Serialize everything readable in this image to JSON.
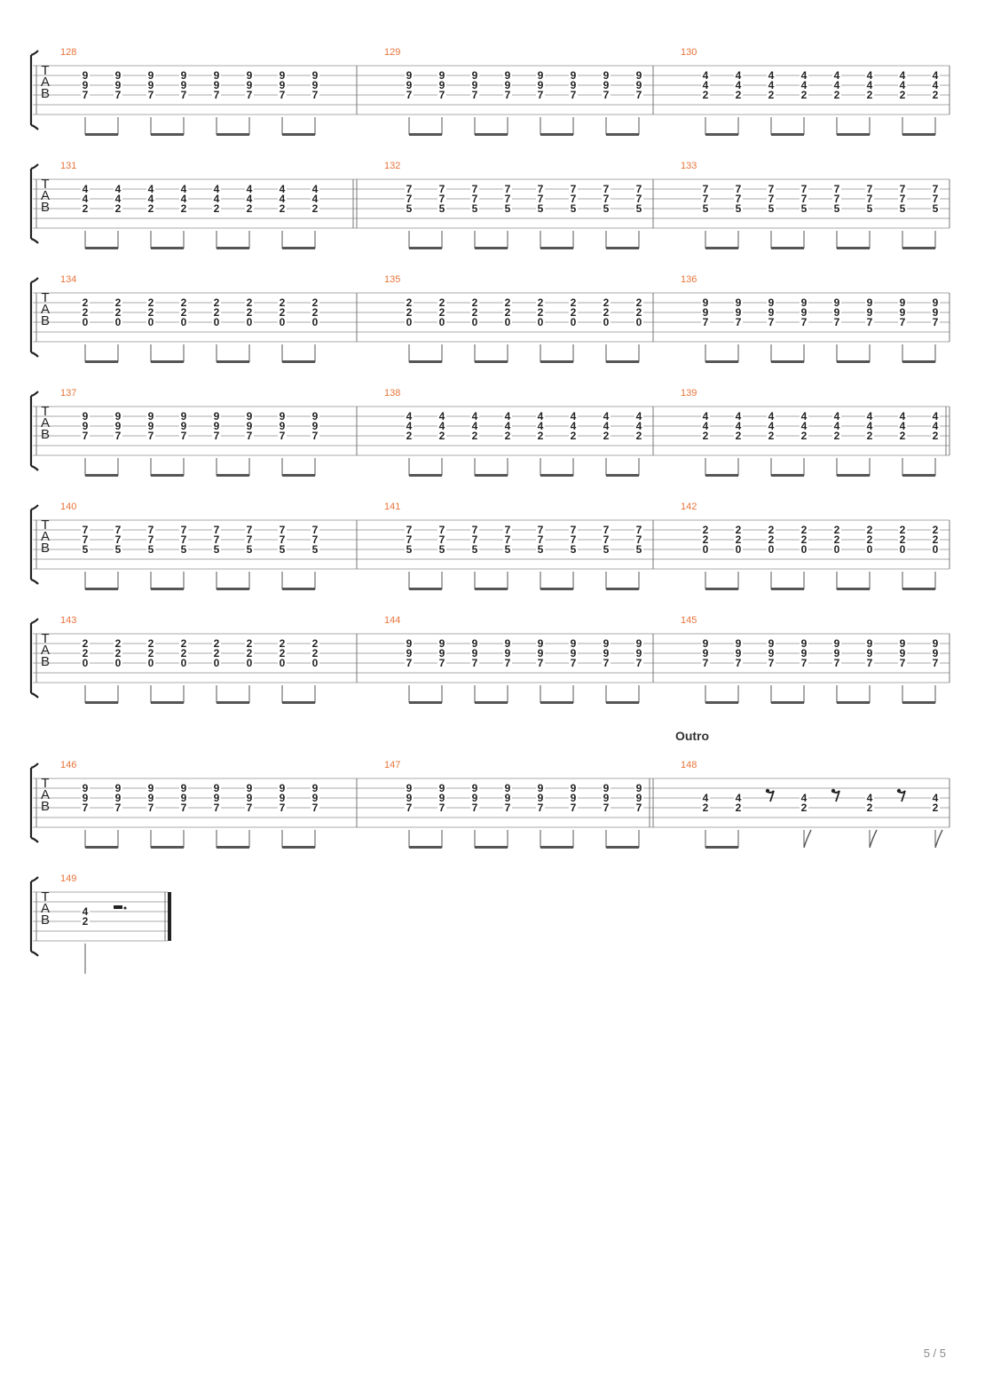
{
  "document": {
    "page_number": "5 / 5",
    "tab_clef": [
      "T",
      "A",
      "B"
    ],
    "section_label": "Outro",
    "colors": {
      "measure_number": "#e8743b",
      "ink": "#222222",
      "staff_line": "#a8a8a8"
    }
  },
  "measures": [
    {
      "number": "128",
      "chords": [
        [
          "9",
          "9",
          "7"
        ],
        [
          "9",
          "9",
          "7"
        ],
        [
          "9",
          "9",
          "7"
        ],
        [
          "9",
          "9",
          "7"
        ],
        [
          "9",
          "9",
          "7"
        ],
        [
          "9",
          "9",
          "7"
        ],
        [
          "9",
          "9",
          "7"
        ],
        [
          "9",
          "9",
          "7"
        ]
      ]
    },
    {
      "number": "129",
      "chords": [
        [
          "9",
          "9",
          "7"
        ],
        [
          "9",
          "9",
          "7"
        ],
        [
          "9",
          "9",
          "7"
        ],
        [
          "9",
          "9",
          "7"
        ],
        [
          "9",
          "9",
          "7"
        ],
        [
          "9",
          "9",
          "7"
        ],
        [
          "9",
          "9",
          "7"
        ],
        [
          "9",
          "9",
          "7"
        ]
      ]
    },
    {
      "number": "130",
      "chords": [
        [
          "4",
          "4",
          "2"
        ],
        [
          "4",
          "4",
          "2"
        ],
        [
          "4",
          "4",
          "2"
        ],
        [
          "4",
          "4",
          "2"
        ],
        [
          "4",
          "4",
          "2"
        ],
        [
          "4",
          "4",
          "2"
        ],
        [
          "4",
          "4",
          "2"
        ],
        [
          "4",
          "4",
          "2"
        ]
      ]
    },
    {
      "number": "131",
      "chords": [
        [
          "4",
          "4",
          "2"
        ],
        [
          "4",
          "4",
          "2"
        ],
        [
          "4",
          "4",
          "2"
        ],
        [
          "4",
          "4",
          "2"
        ],
        [
          "4",
          "4",
          "2"
        ],
        [
          "4",
          "4",
          "2"
        ],
        [
          "4",
          "4",
          "2"
        ],
        [
          "4",
          "4",
          "2"
        ]
      ]
    },
    {
      "number": "132",
      "chords": [
        [
          "7",
          "7",
          "5"
        ],
        [
          "7",
          "7",
          "5"
        ],
        [
          "7",
          "7",
          "5"
        ],
        [
          "7",
          "7",
          "5"
        ],
        [
          "7",
          "7",
          "5"
        ],
        [
          "7",
          "7",
          "5"
        ],
        [
          "7",
          "7",
          "5"
        ],
        [
          "7",
          "7",
          "5"
        ]
      ]
    },
    {
      "number": "133",
      "chords": [
        [
          "7",
          "7",
          "5"
        ],
        [
          "7",
          "7",
          "5"
        ],
        [
          "7",
          "7",
          "5"
        ],
        [
          "7",
          "7",
          "5"
        ],
        [
          "7",
          "7",
          "5"
        ],
        [
          "7",
          "7",
          "5"
        ],
        [
          "7",
          "7",
          "5"
        ],
        [
          "7",
          "7",
          "5"
        ]
      ]
    },
    {
      "number": "134",
      "chords": [
        [
          "2",
          "2",
          "0"
        ],
        [
          "2",
          "2",
          "0"
        ],
        [
          "2",
          "2",
          "0"
        ],
        [
          "2",
          "2",
          "0"
        ],
        [
          "2",
          "2",
          "0"
        ],
        [
          "2",
          "2",
          "0"
        ],
        [
          "2",
          "2",
          "0"
        ],
        [
          "2",
          "2",
          "0"
        ]
      ]
    },
    {
      "number": "135",
      "chords": [
        [
          "2",
          "2",
          "0"
        ],
        [
          "2",
          "2",
          "0"
        ],
        [
          "2",
          "2",
          "0"
        ],
        [
          "2",
          "2",
          "0"
        ],
        [
          "2",
          "2",
          "0"
        ],
        [
          "2",
          "2",
          "0"
        ],
        [
          "2",
          "2",
          "0"
        ],
        [
          "2",
          "2",
          "0"
        ]
      ]
    },
    {
      "number": "136",
      "chords": [
        [
          "9",
          "9",
          "7"
        ],
        [
          "9",
          "9",
          "7"
        ],
        [
          "9",
          "9",
          "7"
        ],
        [
          "9",
          "9",
          "7"
        ],
        [
          "9",
          "9",
          "7"
        ],
        [
          "9",
          "9",
          "7"
        ],
        [
          "9",
          "9",
          "7"
        ],
        [
          "9",
          "9",
          "7"
        ]
      ]
    },
    {
      "number": "137",
      "chords": [
        [
          "9",
          "9",
          "7"
        ],
        [
          "9",
          "9",
          "7"
        ],
        [
          "9",
          "9",
          "7"
        ],
        [
          "9",
          "9",
          "7"
        ],
        [
          "9",
          "9",
          "7"
        ],
        [
          "9",
          "9",
          "7"
        ],
        [
          "9",
          "9",
          "7"
        ],
        [
          "9",
          "9",
          "7"
        ]
      ]
    },
    {
      "number": "138",
      "chords": [
        [
          "4",
          "4",
          "2"
        ],
        [
          "4",
          "4",
          "2"
        ],
        [
          "4",
          "4",
          "2"
        ],
        [
          "4",
          "4",
          "2"
        ],
        [
          "4",
          "4",
          "2"
        ],
        [
          "4",
          "4",
          "2"
        ],
        [
          "4",
          "4",
          "2"
        ],
        [
          "4",
          "4",
          "2"
        ]
      ]
    },
    {
      "number": "139",
      "chords": [
        [
          "4",
          "4",
          "2"
        ],
        [
          "4",
          "4",
          "2"
        ],
        [
          "4",
          "4",
          "2"
        ],
        [
          "4",
          "4",
          "2"
        ],
        [
          "4",
          "4",
          "2"
        ],
        [
          "4",
          "4",
          "2"
        ],
        [
          "4",
          "4",
          "2"
        ],
        [
          "4",
          "4",
          "2"
        ]
      ]
    },
    {
      "number": "140",
      "chords": [
        [
          "7",
          "7",
          "5"
        ],
        [
          "7",
          "7",
          "5"
        ],
        [
          "7",
          "7",
          "5"
        ],
        [
          "7",
          "7",
          "5"
        ],
        [
          "7",
          "7",
          "5"
        ],
        [
          "7",
          "7",
          "5"
        ],
        [
          "7",
          "7",
          "5"
        ],
        [
          "7",
          "7",
          "5"
        ]
      ]
    },
    {
      "number": "141",
      "chords": [
        [
          "7",
          "7",
          "5"
        ],
        [
          "7",
          "7",
          "5"
        ],
        [
          "7",
          "7",
          "5"
        ],
        [
          "7",
          "7",
          "5"
        ],
        [
          "7",
          "7",
          "5"
        ],
        [
          "7",
          "7",
          "5"
        ],
        [
          "7",
          "7",
          "5"
        ],
        [
          "7",
          "7",
          "5"
        ]
      ]
    },
    {
      "number": "142",
      "chords": [
        [
          "2",
          "2",
          "0"
        ],
        [
          "2",
          "2",
          "0"
        ],
        [
          "2",
          "2",
          "0"
        ],
        [
          "2",
          "2",
          "0"
        ],
        [
          "2",
          "2",
          "0"
        ],
        [
          "2",
          "2",
          "0"
        ],
        [
          "2",
          "2",
          "0"
        ],
        [
          "2",
          "2",
          "0"
        ]
      ]
    },
    {
      "number": "143",
      "chords": [
        [
          "2",
          "2",
          "0"
        ],
        [
          "2",
          "2",
          "0"
        ],
        [
          "2",
          "2",
          "0"
        ],
        [
          "2",
          "2",
          "0"
        ],
        [
          "2",
          "2",
          "0"
        ],
        [
          "2",
          "2",
          "0"
        ],
        [
          "2",
          "2",
          "0"
        ],
        [
          "2",
          "2",
          "0"
        ]
      ]
    },
    {
      "number": "144",
      "chords": [
        [
          "9",
          "9",
          "7"
        ],
        [
          "9",
          "9",
          "7"
        ],
        [
          "9",
          "9",
          "7"
        ],
        [
          "9",
          "9",
          "7"
        ],
        [
          "9",
          "9",
          "7"
        ],
        [
          "9",
          "9",
          "7"
        ],
        [
          "9",
          "9",
          "7"
        ],
        [
          "9",
          "9",
          "7"
        ]
      ]
    },
    {
      "number": "145",
      "chords": [
        [
          "9",
          "9",
          "7"
        ],
        [
          "9",
          "9",
          "7"
        ],
        [
          "9",
          "9",
          "7"
        ],
        [
          "9",
          "9",
          "7"
        ],
        [
          "9",
          "9",
          "7"
        ],
        [
          "9",
          "9",
          "7"
        ],
        [
          "9",
          "9",
          "7"
        ],
        [
          "9",
          "9",
          "7"
        ]
      ]
    },
    {
      "number": "146",
      "chords": [
        [
          "9",
          "9",
          "7"
        ],
        [
          "9",
          "9",
          "7"
        ],
        [
          "9",
          "9",
          "7"
        ],
        [
          "9",
          "9",
          "7"
        ],
        [
          "9",
          "9",
          "7"
        ],
        [
          "9",
          "9",
          "7"
        ],
        [
          "9",
          "9",
          "7"
        ],
        [
          "9",
          "9",
          "7"
        ]
      ]
    },
    {
      "number": "147",
      "chords": [
        [
          "9",
          "9",
          "7"
        ],
        [
          "9",
          "9",
          "7"
        ],
        [
          "9",
          "9",
          "7"
        ],
        [
          "9",
          "9",
          "7"
        ],
        [
          "9",
          "9",
          "7"
        ],
        [
          "9",
          "9",
          "7"
        ],
        [
          "9",
          "9",
          "7"
        ],
        [
          "9",
          "9",
          "7"
        ]
      ]
    },
    {
      "number": "148",
      "chords": [
        [
          "",
          "4",
          "2"
        ],
        [
          "",
          "4",
          "2"
        ],
        [
          "rest"
        ],
        [
          "",
          "4",
          "2"
        ],
        [
          "rest"
        ],
        [
          "",
          "4",
          "2"
        ],
        [
          "rest"
        ],
        [
          "",
          "4",
          "2"
        ]
      ]
    },
    {
      "number": "149",
      "chords": [
        [
          "",
          "4",
          "2"
        ],
        [
          "dotted-half-rest"
        ]
      ]
    }
  ]
}
